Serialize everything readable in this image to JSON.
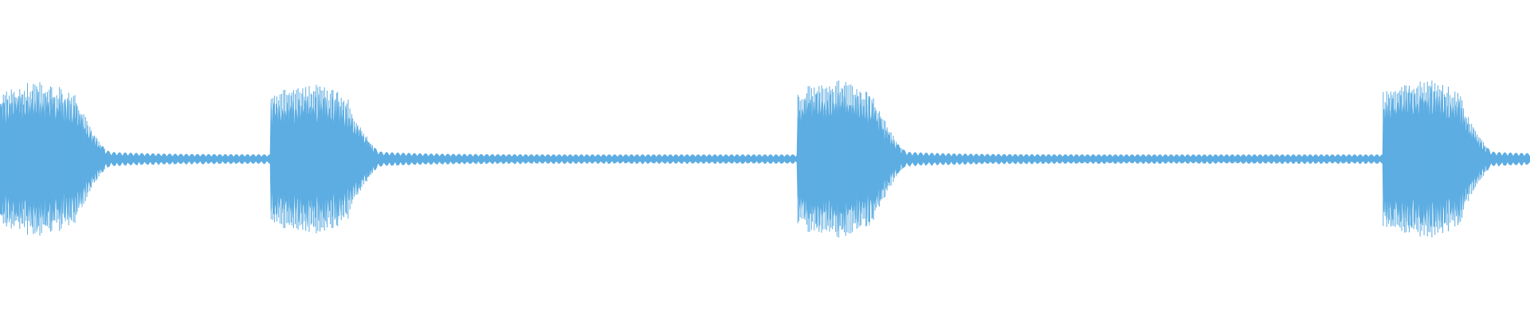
{
  "waveform": {
    "color": "#5dade2",
    "background": "#ffffff",
    "bursts": [
      {
        "start": 0.0,
        "peak": 0.88
      },
      {
        "start": 0.177,
        "peak": 0.86
      },
      {
        "start": 0.521,
        "peak": 0.91
      },
      {
        "start": 0.904,
        "peak": 0.92
      }
    ],
    "baseline_level": 0.055
  }
}
